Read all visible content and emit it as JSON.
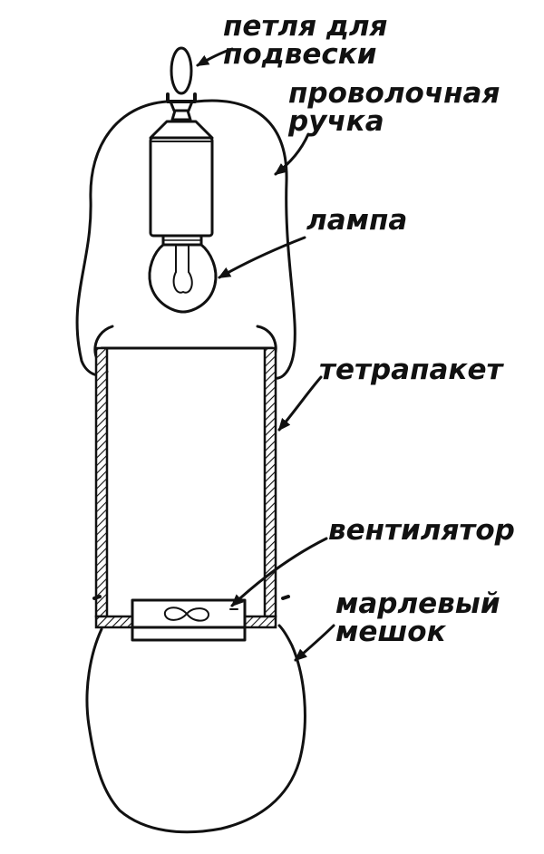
{
  "labels": {
    "loop": [
      "петля для",
      "подвески"
    ],
    "handle": [
      "проволочная",
      "ручка"
    ],
    "lamp": [
      "лампа"
    ],
    "tetrapak": [
      "тетрапакет"
    ],
    "fan": [
      "вентилятор"
    ],
    "bag": [
      "марлевый",
      "мешок"
    ]
  },
  "colors": {
    "ink": "#111111",
    "background": "#ffffff"
  }
}
